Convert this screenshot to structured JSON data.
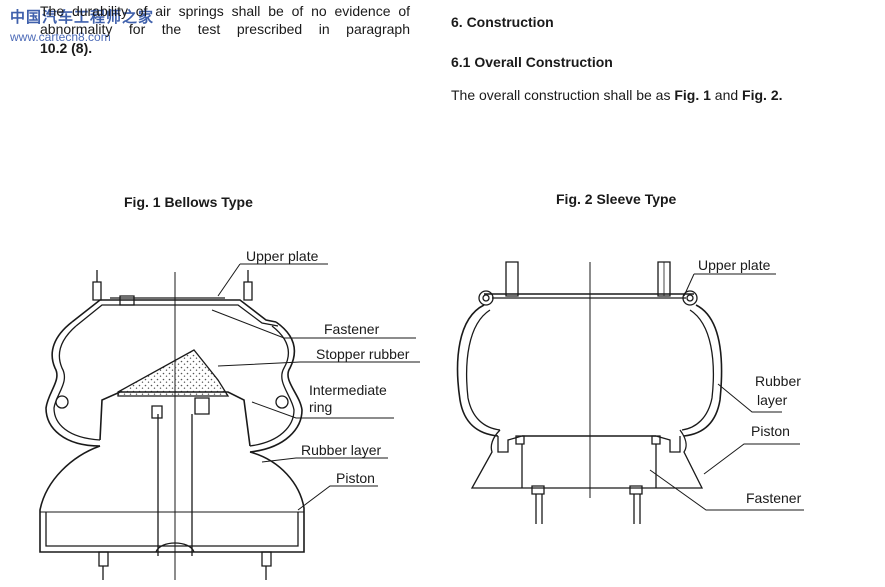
{
  "watermark": {
    "brand": "中国汽车工程师之家",
    "url": "www.cartech8.com"
  },
  "left_text": {
    "paragraph": "The durability of air springs shall be of no evidence of abnormality for the test prescribed in paragraph",
    "paragraph_ref": "10.2 (8)."
  },
  "right_text": {
    "heading_section": "6. Construction",
    "heading_subsection": "6.1 Overall Construction",
    "body_prefix": "The overall construction shall be as",
    "fig1_ref": "Fig. 1",
    "body_and": "and",
    "fig2_ref": "Fig. 2."
  },
  "figure1": {
    "caption": "Fig. 1   Bellows Type",
    "labels": {
      "upper_plate": "Upper plate",
      "fastener": "Fastener",
      "stopper_rubber": "Stopper rubber",
      "intermediate_ring_line1": "Intermediate",
      "intermediate_ring_line2": "ring",
      "rubber_layer": "Rubber layer",
      "piston": "Piston"
    }
  },
  "figure2": {
    "caption": "Fig. 2   Sleeve Type",
    "labels": {
      "upper_plate": "Upper plate",
      "rubber_layer_line1": "Rubber",
      "rubber_layer_line2": "layer",
      "piston": "Piston",
      "fastener": "Fastener"
    }
  },
  "colors": {
    "ink": "#1a1a1a",
    "watermark": "#2b4fa3",
    "stipple": "#555555"
  }
}
